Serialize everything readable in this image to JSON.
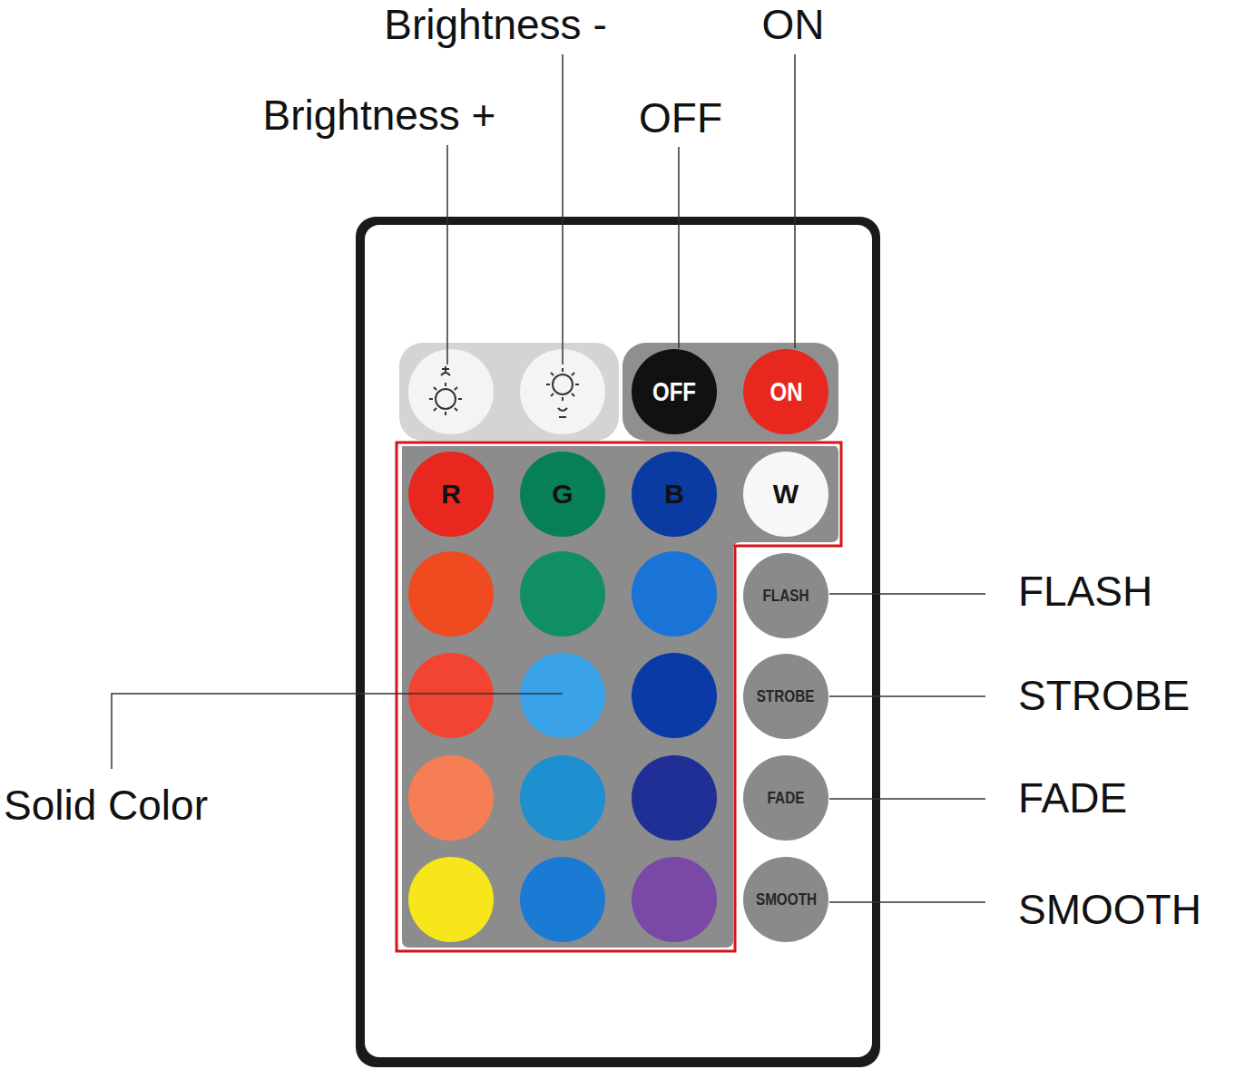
{
  "diagram": {
    "nodes": [
      {
        "text": [
          "OFF"
        ]
      },
      {
        "text": [
          "ON"
        ]
      },
      {
        "text": [
          "R"
        ]
      },
      {
        "text": [
          "G"
        ]
      },
      {
        "text": [
          "B"
        ]
      },
      {
        "text": [
          "W"
        ]
      },
      {
        "text": [
          "FLASH"
        ]
      },
      {
        "text": [
          "STROBE"
        ]
      },
      {
        "text": [
          "FADE"
        ]
      },
      {
        "text": [
          "SMOOTH"
        ]
      }
    ],
    "labels": [
      "Brightness -",
      "ON",
      "Brightness +",
      "OFF",
      "FLASH",
      "STROBE",
      "Solid Color",
      "FADE",
      "SMOOTH"
    ]
  }
}
